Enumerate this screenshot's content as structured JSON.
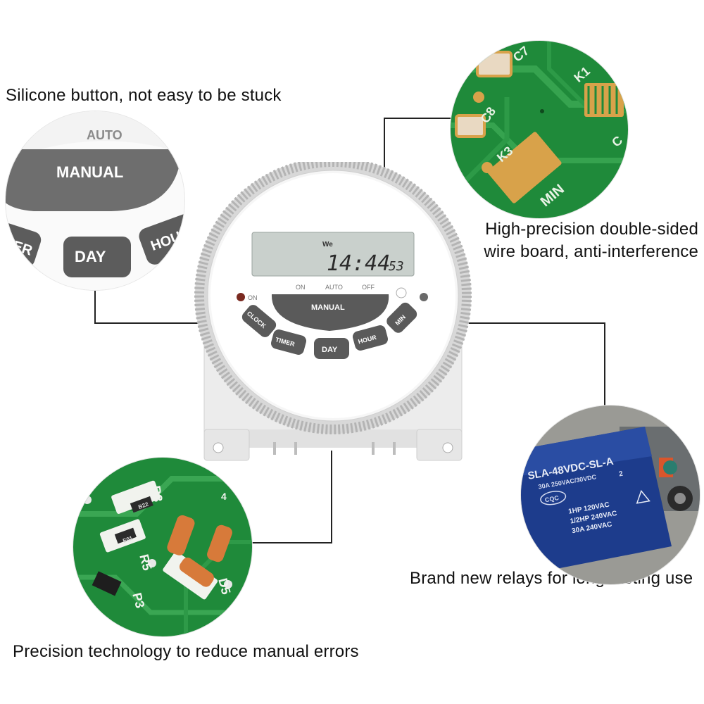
{
  "captions": {
    "silicone": "Silicone button, not easy to be stuck",
    "board_line1": "High-precision double-sided",
    "board_line2": "wire board, anti-interference",
    "relay": "Brand new relays for long-lasting use",
    "precision": "Precision technology to reduce manual errors"
  },
  "zoom_buttons": {
    "auto": "AUTO",
    "manual": "MANUAL",
    "timer": "TIMER",
    "day": "DAY",
    "hour": "HOUR"
  },
  "device": {
    "lcd_day": "We",
    "lcd_time": "14:44",
    "lcd_seconds": "53",
    "indicator_on": "ON",
    "mode_on": "ON",
    "mode_auto": "AUTO",
    "mode_off": "OFF",
    "manual": "MANUAL",
    "clock": "CLOCK",
    "timer": "TIMER",
    "day": "DAY",
    "hour": "HOUR",
    "min": "MIN"
  },
  "pcb_top": {
    "c7": "C7",
    "c8": "C8",
    "k1": "K1",
    "k3": "K3",
    "min": "MIN",
    "c_partial": "C"
  },
  "relay": {
    "model": "SLA-48VDC-SL-A",
    "rating": "30A  250VAC/30VDC",
    "cqc": "CQC",
    "line1": "1HP 120VAC",
    "line2": "1/2HP 240VAC",
    "line3": "30A 240VAC",
    "num": "2"
  },
  "pcb_bottom": {
    "r3": "R3",
    "r5": "R5",
    "p3": "P3",
    "d5": "D5",
    "e01": "E01",
    "b22": "B22",
    "n4": "4"
  },
  "colors": {
    "pcb_green": "#1f8a3a",
    "pcb_dark": "#13662a",
    "gold": "#d8a24a",
    "relay_blue": "#1d3c8c",
    "button_gray": "#5a5a5a",
    "lcd": "#c9d0cc"
  }
}
